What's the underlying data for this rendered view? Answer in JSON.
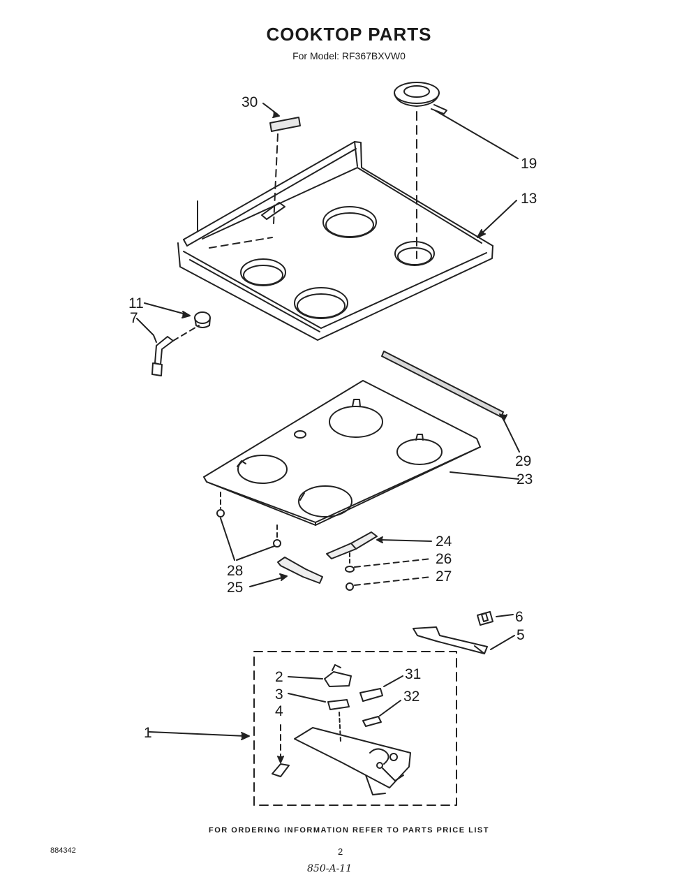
{
  "header": {
    "title": "COOKTOP PARTS",
    "model_line": "For Model: RF367BXVW0"
  },
  "callouts": {
    "p30": "30",
    "p19": "19",
    "p13": "13",
    "p11": "11",
    "p7": "7",
    "p29": "29",
    "p23": "23",
    "p24": "24",
    "p26": "26",
    "p27": "27",
    "p28": "28",
    "p25": "25",
    "p6": "6",
    "p5": "5",
    "p2": "2",
    "p31": "31",
    "p3": "3",
    "p32": "32",
    "p4": "4",
    "p1": "1"
  },
  "footer": {
    "ordering_note": "FOR ORDERING INFORMATION REFER TO PARTS PRICE LIST",
    "doc_code": "884342",
    "page_number": "2",
    "hand_note": "850-A-11"
  }
}
